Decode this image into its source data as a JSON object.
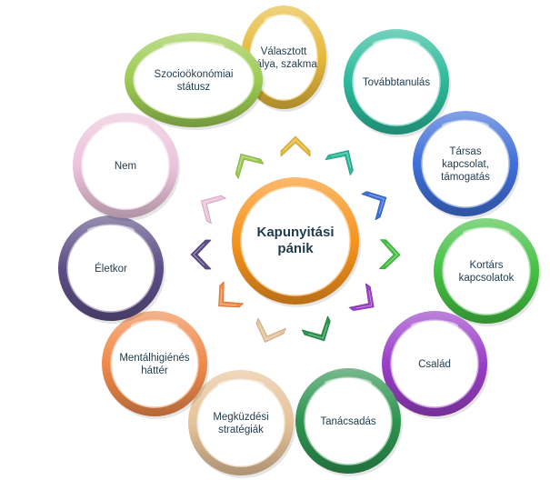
{
  "center": {
    "lines": [
      "Kapunyitási",
      "pánik"
    ],
    "color": "#f7941d"
  },
  "nodes": [
    {
      "lines": [
        "Választott",
        "pálya, szakma"
      ],
      "color": "#e6b93a"
    },
    {
      "lines": [
        "Továbbtanulás"
      ],
      "color": "#2bb99a"
    },
    {
      "lines": [
        "Társas",
        "kapcsolat,",
        "támogatás"
      ],
      "color": "#3f6fd8"
    },
    {
      "lines": [
        "Kortárs",
        "kapcsolatok"
      ],
      "color": "#45c044"
    },
    {
      "lines": [
        "Család"
      ],
      "color": "#9a3fc7"
    },
    {
      "lines": [
        "Tanácsadás"
      ],
      "color": "#2e9450"
    },
    {
      "lines": [
        "Megküzdési",
        "stratégiák"
      ],
      "color": "#e6c39a"
    },
    {
      "lines": [
        "Mentálhigiénés",
        "háttér"
      ],
      "color": "#f08a4b"
    },
    {
      "lines": [
        "Életkor"
      ],
      "color": "#5d4f86"
    },
    {
      "lines": [
        "Nem"
      ],
      "color": "#ecc4dc"
    },
    {
      "lines": [
        "Szocioökonómiai",
        "státusz"
      ],
      "color": "#9ccb52"
    }
  ],
  "arrows": [
    {
      "color": "#e6b93a"
    },
    {
      "color": "#2bb99a"
    },
    {
      "color": "#3f6fd8"
    },
    {
      "color": "#45c044"
    },
    {
      "color": "#9a3fc7"
    },
    {
      "color": "#2e9450"
    },
    {
      "color": "#e6c39a"
    },
    {
      "color": "#f08a4b"
    },
    {
      "color": "#5d4f86"
    },
    {
      "color": "#ecc4dc"
    },
    {
      "color": "#9ccb52"
    }
  ]
}
